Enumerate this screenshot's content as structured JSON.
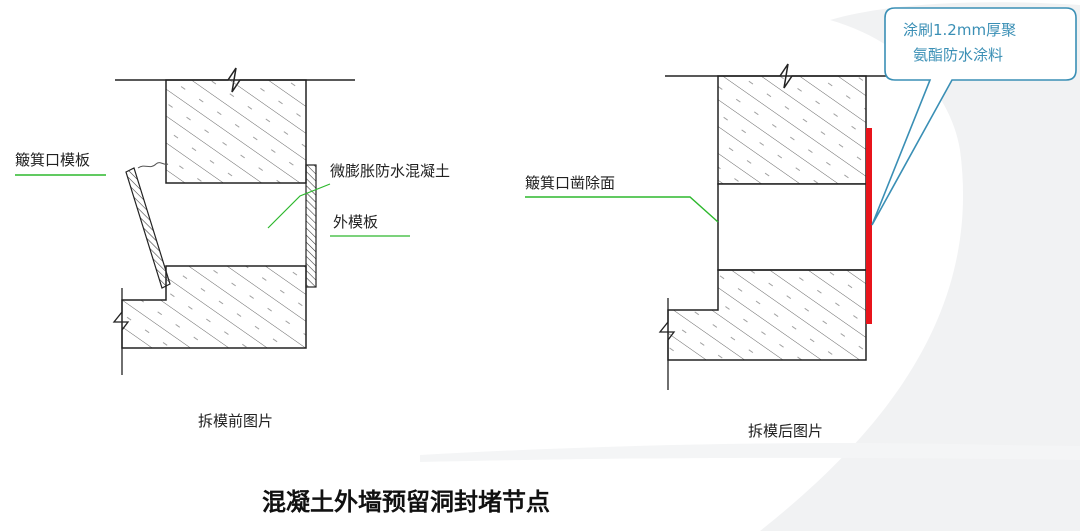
{
  "title": "混凝土外墙预留洞封堵节点",
  "left_diagram": {
    "label_formwork": "簸箕口模板",
    "label_concrete": "微膨胀防水混凝土",
    "label_outer_formwork": "外模板",
    "caption": "拆模前图片"
  },
  "right_diagram": {
    "label_chisel": "簸箕口凿除面",
    "caption": "拆模后图片",
    "callout_line1": "涂刷1.2mm厚聚",
    "callout_line2": "氨酯防水涂料"
  },
  "colors": {
    "coating": "#e8141b",
    "callout": "#3a8fb5",
    "leader": "#2db82d",
    "outline": "#222222"
  }
}
